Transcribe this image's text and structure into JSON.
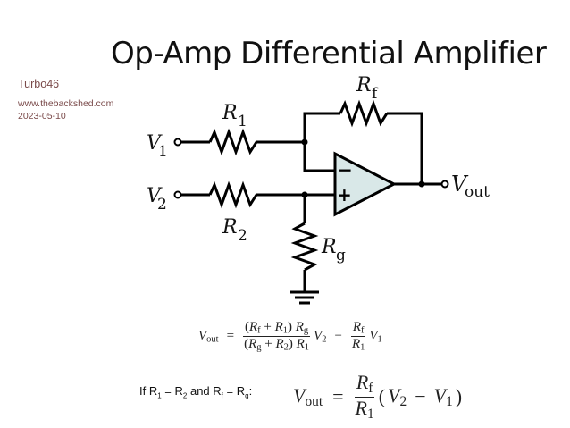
{
  "title": "Op-Amp Differential Amplifier",
  "author": "Turbo46",
  "website": "www.thebackshed.com",
  "date": "2023-05-10",
  "colors": {
    "author_text": "#7a4a4a",
    "opamp_fill": "#d9e8e8",
    "wire": "#000000"
  },
  "circuit": {
    "labels": {
      "v1": {
        "main": "V",
        "sub": "1"
      },
      "v2": {
        "main": "V",
        "sub": "2"
      },
      "r1": {
        "main": "R",
        "sub": "1"
      },
      "r2": {
        "main": "R",
        "sub": "2"
      },
      "rf": {
        "main": "R",
        "sub": "f"
      },
      "rg": {
        "main": "R",
        "sub": "g"
      },
      "vout": {
        "main": "V",
        "sub": "out"
      }
    },
    "opamp": {
      "inverting": "−",
      "noninverting": "+"
    }
  },
  "equations": {
    "general": {
      "lhs_main": "V",
      "lhs_sub": "out",
      "eq": "=",
      "num": "(R_f + R_1) R_g",
      "num_parts": [
        "(",
        "R",
        "f",
        " + ",
        "R",
        "1",
        ") ",
        "R",
        "g"
      ],
      "den_parts": [
        "(",
        "R",
        "g",
        " + ",
        "R",
        "2",
        ") ",
        "R",
        "1"
      ],
      "v2_main": "V",
      "v2_sub": "2",
      "minus": "−",
      "frac2_num_main": "R",
      "frac2_num_sub": "f",
      "frac2_den_main": "R",
      "frac2_den_sub": "1",
      "v1_main": "V",
      "v1_sub": "1"
    },
    "condition": {
      "prefix": "If R",
      "s1": "1",
      "mid1": " = R",
      "s2": "2",
      "mid2": " and R",
      "s3": "f",
      "mid3": " = R",
      "s4": "g",
      "suffix": ":"
    },
    "simplified": {
      "lhs_main": "V",
      "lhs_sub": "out",
      "eq": "=",
      "num_main": "R",
      "num_sub": "f",
      "den_main": "R",
      "den_sub": "1",
      "paren_open": "(",
      "v2_main": "V",
      "v2_sub": "2",
      "minus": "−",
      "v1_main": "V",
      "v1_sub": "1",
      "paren_close": ")"
    }
  }
}
